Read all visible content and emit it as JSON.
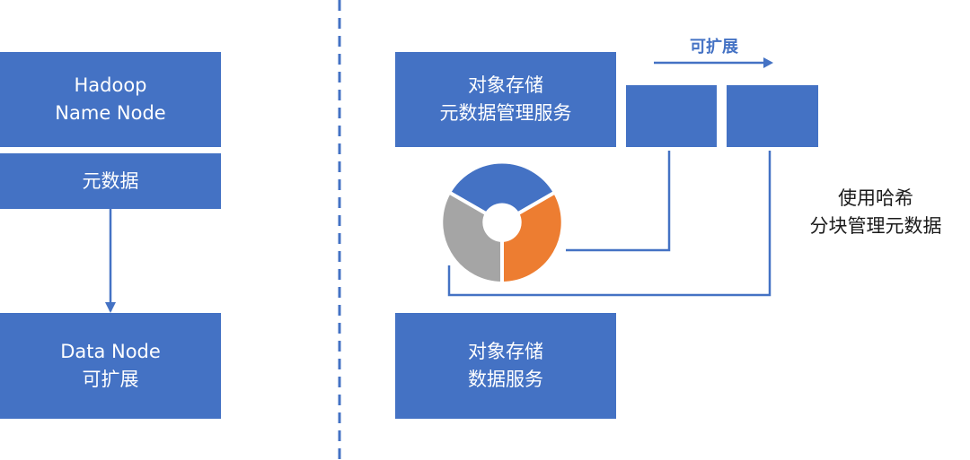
{
  "left": {
    "name_node": {
      "line1": "Hadoop",
      "line2": "Name Node"
    },
    "metadata": "元数据",
    "data_node": {
      "line1": "Data Node",
      "line2": "可扩展"
    }
  },
  "right": {
    "meta_service": {
      "line1": "对象存储",
      "line2": "元数据管理服务"
    },
    "data_service": {
      "line1": "对象存储",
      "line2": "数据服务"
    },
    "scalable": "可扩展",
    "hash_note": {
      "line1": "使用哈希",
      "line2": "分块管理元数据"
    }
  },
  "colors": {
    "box": "#4472c4",
    "ring_blue": "#4472c4",
    "ring_orange": "#ed7d31",
    "ring_gray": "#a5a5a5"
  }
}
